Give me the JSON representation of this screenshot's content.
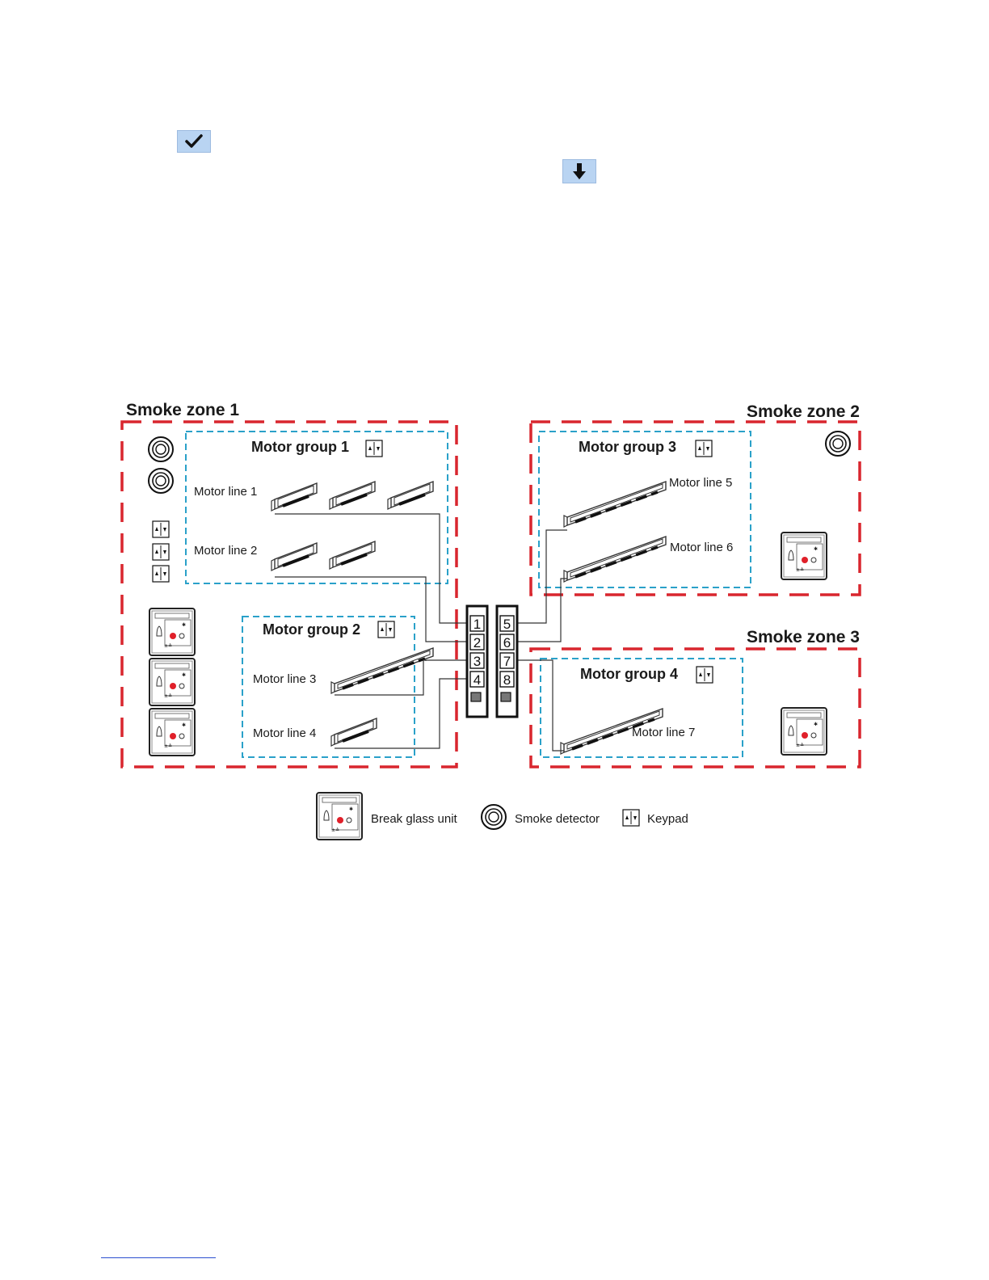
{
  "toolbar": {
    "confirm_icon": "checkmark-icon",
    "download_icon": "arrow-down-icon",
    "icon_bg": "#b9d4f2"
  },
  "colors": {
    "smoke_zone_border": "#d9262e",
    "motor_group_border": "#2aa1c9",
    "wire": "#333333"
  },
  "zones": [
    {
      "title": "Smoke zone 1"
    },
    {
      "title": "Smoke zone 2"
    },
    {
      "title": "Smoke zone 3"
    }
  ],
  "groups": [
    {
      "title": "Motor group 1"
    },
    {
      "title": "Motor group 2"
    },
    {
      "title": "Motor group 3"
    },
    {
      "title": "Motor group 4"
    }
  ],
  "lines": [
    {
      "label": "Motor line 1"
    },
    {
      "label": "Motor line 2"
    },
    {
      "label": "Motor line 3"
    },
    {
      "label": "Motor line 4"
    },
    {
      "label": "Motor line 5"
    },
    {
      "label": "Motor line 6"
    },
    {
      "label": "Motor line 7"
    }
  ],
  "terminals": {
    "left": [
      "1",
      "2",
      "3",
      "4"
    ],
    "right": [
      "5",
      "6",
      "7",
      "8"
    ]
  },
  "legend": {
    "break_glass": "Break glass unit",
    "smoke_detector": "Smoke detector",
    "keypad": "Keypad"
  }
}
